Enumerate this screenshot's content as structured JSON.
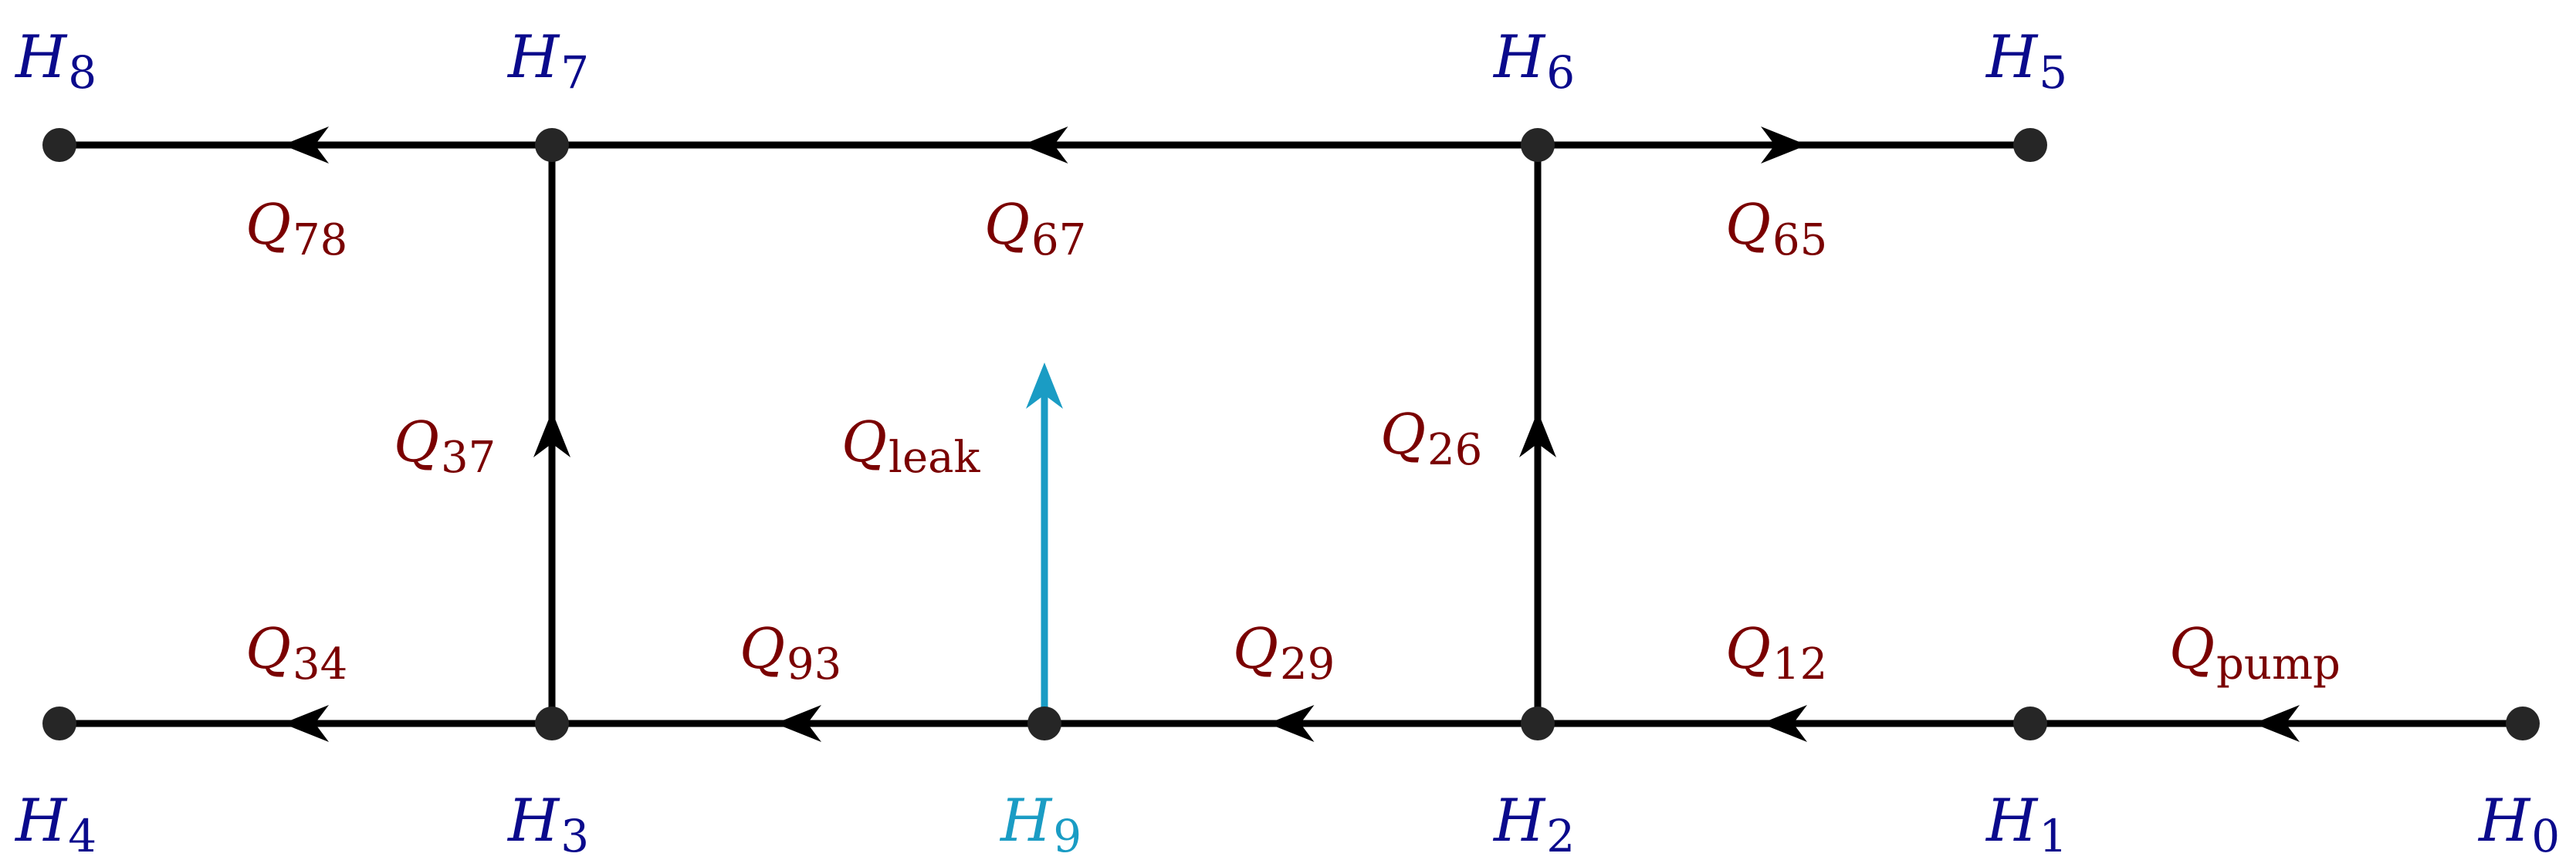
{
  "colors": {
    "node_label": "#0a0a8c",
    "flow_label": "#7a0000",
    "leak": "#1a9cc4",
    "pipe": "#000000",
    "node": "#262626"
  },
  "nodes": [
    {
      "id": "H8",
      "letter": "H",
      "sub": "8"
    },
    {
      "id": "H7",
      "letter": "H",
      "sub": "7"
    },
    {
      "id": "H6",
      "letter": "H",
      "sub": "6"
    },
    {
      "id": "H5",
      "letter": "H",
      "sub": "5"
    },
    {
      "id": "H4",
      "letter": "H",
      "sub": "4"
    },
    {
      "id": "H3",
      "letter": "H",
      "sub": "3"
    },
    {
      "id": "H9",
      "letter": "H",
      "sub": "9"
    },
    {
      "id": "H2",
      "letter": "H",
      "sub": "2"
    },
    {
      "id": "H1",
      "letter": "H",
      "sub": "1"
    },
    {
      "id": "H0",
      "letter": "H",
      "sub": "0"
    }
  ],
  "flows": [
    {
      "id": "Q78",
      "from": "H7",
      "to": "H8",
      "letter": "Q",
      "sub": "78"
    },
    {
      "id": "Q67",
      "from": "H6",
      "to": "H7",
      "letter": "Q",
      "sub": "67"
    },
    {
      "id": "Q65",
      "from": "H6",
      "to": "H5",
      "letter": "Q",
      "sub": "65"
    },
    {
      "id": "Q37",
      "from": "H3",
      "to": "H7",
      "letter": "Q",
      "sub": "37"
    },
    {
      "id": "Q26",
      "from": "H2",
      "to": "H6",
      "letter": "Q",
      "sub": "26"
    },
    {
      "id": "Q34",
      "from": "H3",
      "to": "H4",
      "letter": "Q",
      "sub": "34"
    },
    {
      "id": "Q93",
      "from": "H9",
      "to": "H3",
      "letter": "Q",
      "sub": "93"
    },
    {
      "id": "Q29",
      "from": "H2",
      "to": "H9",
      "letter": "Q",
      "sub": "29"
    },
    {
      "id": "Q12",
      "from": "H1",
      "to": "H2",
      "letter": "Q",
      "sub": "12"
    },
    {
      "id": "Qpump",
      "from": "H0",
      "to": "H1",
      "letter": "Q",
      "sub": "pump"
    }
  ],
  "leak": {
    "node": "H9",
    "letter": "Q",
    "sub": "leak"
  }
}
